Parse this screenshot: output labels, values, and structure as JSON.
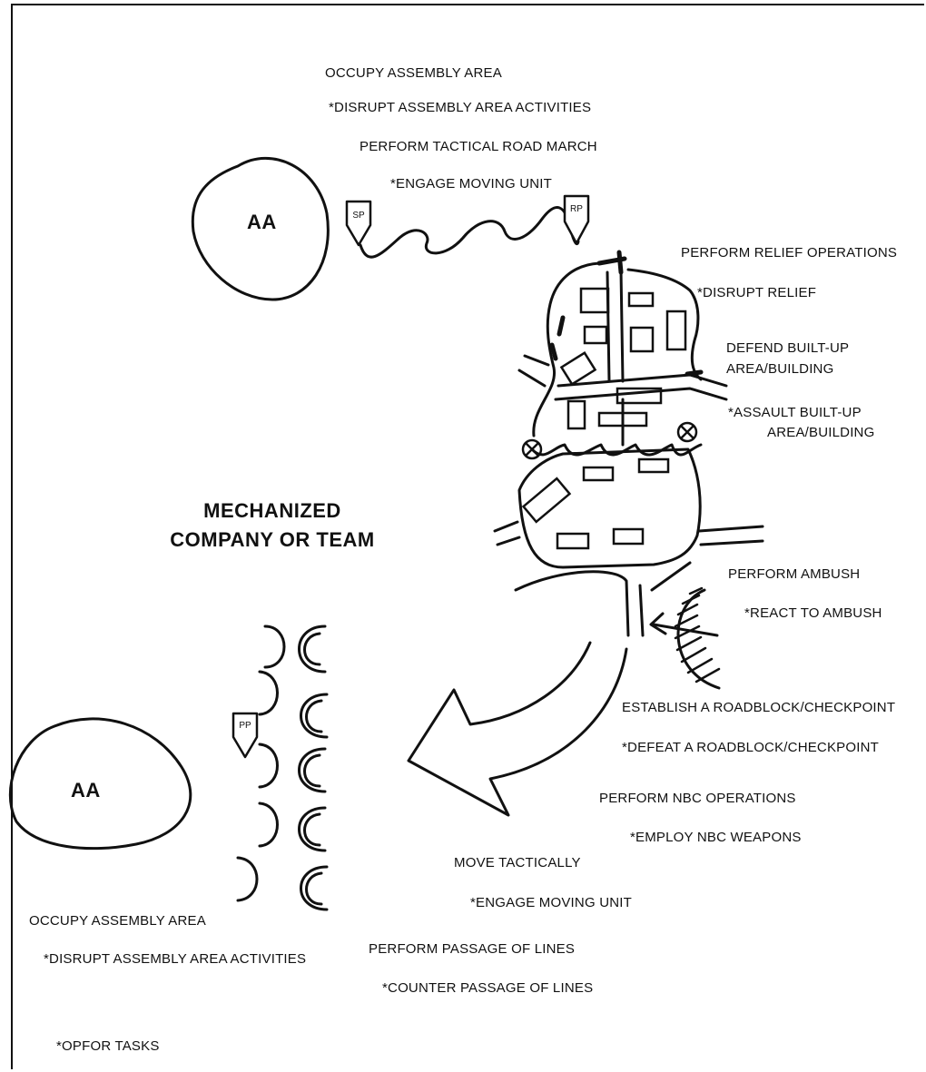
{
  "unit": {
    "line1": "MECHANIZED",
    "line2": "COMPANY OR TEAM"
  },
  "symbols": {
    "aa_top": "AA",
    "aa_bottom": "AA",
    "sp": "SP",
    "rp": "RP",
    "pp": "PP"
  },
  "tasks": {
    "occupy_aa_top": "OCCUPY ASSEMBLY AREA",
    "disrupt_aa_top": "*DISRUPT ASSEMBLY AREA ACTIVITIES",
    "road_march": "PERFORM TACTICAL ROAD MARCH",
    "engage_moving_top": "*ENGAGE MOVING UNIT",
    "relief_ops": "PERFORM RELIEF OPERATIONS",
    "disrupt_relief": "*DISRUPT RELIEF",
    "defend_builtup_1": "DEFEND BUILT-UP",
    "defend_builtup_2": "AREA/BUILDING",
    "assault_builtup_1": "*ASSAULT  BUILT-UP",
    "assault_builtup_2": "AREA/BUILDING",
    "ambush": "PERFORM AMBUSH",
    "react_ambush": "*REACT TO AMBUSH",
    "roadblock": "ESTABLISH A ROADBLOCK/CHECKPOINT",
    "defeat_roadblock": "*DEFEAT A  ROADBLOCK/CHECKPOINT",
    "nbc_ops": "PERFORM NBC OPERATIONS",
    "employ_nbc": "*EMPLOY NBC WEAPONS",
    "move_tactically": "MOVE TACTICALLY",
    "engage_moving_bottom": "*ENGAGE MOVING UNIT",
    "occupy_aa_bottom": "OCCUPY ASSEMBLY AREA",
    "disrupt_aa_bottom": "*DISRUPT ASSEMBLY AREA ACTIVITIES",
    "passage_lines": "PERFORM PASSAGE OF LINES",
    "counter_passage": "*COUNTER PASSAGE OF LINES"
  },
  "legend": "*OPFOR TASKS"
}
